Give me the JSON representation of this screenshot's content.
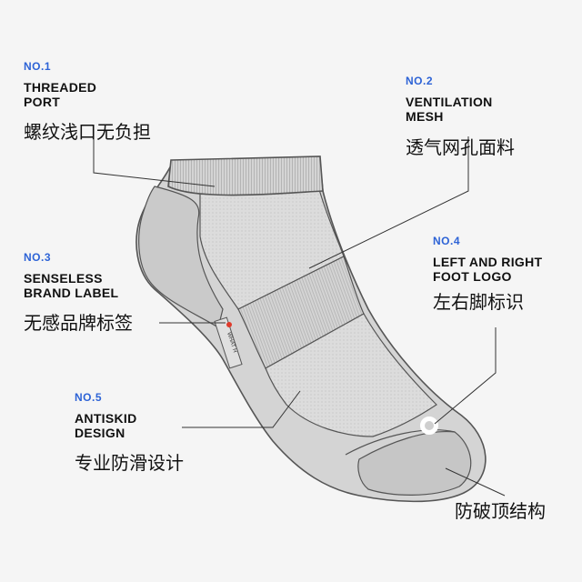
{
  "callouts": [
    {
      "num": "NO.1",
      "en": "THREADED\nPORT",
      "cn": "螺纹浅口无负担"
    },
    {
      "num": "NO.2",
      "en": "VENTILATION\nMESH",
      "cn": "透气网孔面料"
    },
    {
      "num": "NO.3",
      "en": "SENSELESS\nBRAND LABEL",
      "cn": "无感品牌标签"
    },
    {
      "num": "NO.4",
      "en": "LEFT AND RIGHT\nFOOT LOGO",
      "cn": "左右脚标识"
    },
    {
      "num": "NO.5",
      "en": "ANTISKID\nDESIGN",
      "cn": "专业防滑设计"
    }
  ],
  "toe_label": "防破顶结构",
  "sock_label_text": "WHAT H",
  "colors": {
    "accent": "#2d63d6",
    "sock": "#d2d2d2",
    "outline": "#555555",
    "background": "#f5f5f5"
  }
}
